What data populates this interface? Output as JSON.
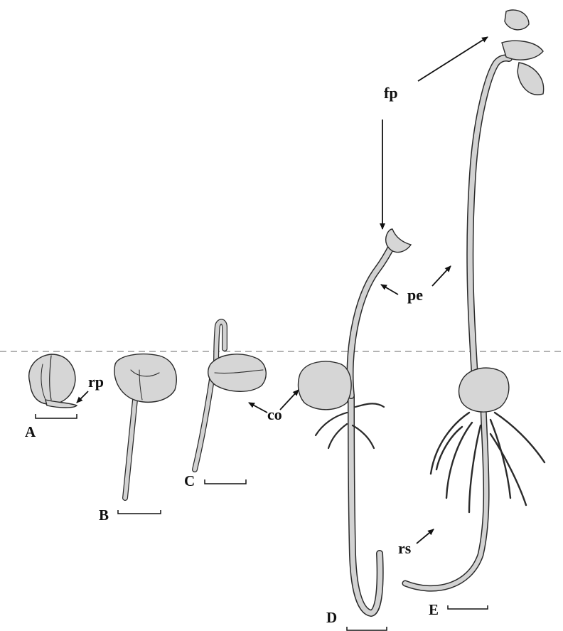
{
  "labels": {
    "fp": "fp",
    "pe": "pe",
    "co": "co",
    "rp": "rp",
    "rs": "rs"
  },
  "panels": [
    "A",
    "B",
    "C",
    "D",
    "E"
  ],
  "colors": {
    "ink": "#2a2a2a",
    "tissue": "#d6d6d6",
    "soil_line": "#9a9a9a"
  }
}
